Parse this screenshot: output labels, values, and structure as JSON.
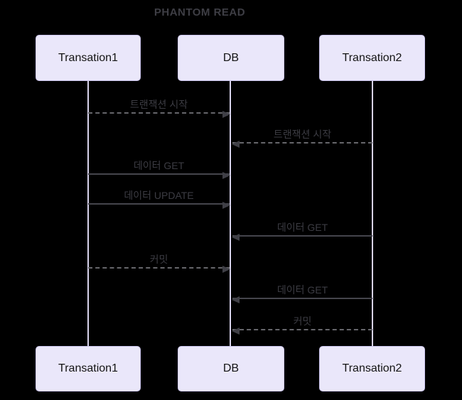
{
  "diagram_type": "sequence-diagram",
  "title": "PHANTOM READ",
  "actors": [
    {
      "name": "Transation1"
    },
    {
      "name": "DB"
    },
    {
      "name": "Transation2"
    }
  ],
  "messages": [
    {
      "label": "트랜잭션 시작",
      "from": "Transation1",
      "to": "DB",
      "line": "dashed",
      "direction": "right"
    },
    {
      "label": "트랜잭션 시작",
      "from": "Transation2",
      "to": "DB",
      "line": "dashed",
      "direction": "left"
    },
    {
      "label": "데이터 GET",
      "from": "Transation1",
      "to": "DB",
      "line": "solid",
      "direction": "right"
    },
    {
      "label": "데이터 UPDATE",
      "from": "Transation1",
      "to": "DB",
      "line": "solid",
      "direction": "right"
    },
    {
      "label": "데이터 GET",
      "from": "Transation2",
      "to": "DB",
      "line": "solid",
      "direction": "left"
    },
    {
      "label": "커밋",
      "from": "Transation1",
      "to": "DB",
      "line": "dashed",
      "direction": "right"
    },
    {
      "label": "데이터 GET",
      "from": "Transation2",
      "to": "DB",
      "line": "solid",
      "direction": "left"
    },
    {
      "label": "커밋",
      "from": "Transation2",
      "to": "DB",
      "line": "dashed",
      "direction": "left"
    }
  ],
  "colors": {
    "background": "#000000",
    "actor_fill": "#EAE7FA",
    "actor_border": "#CBC5EE",
    "actor_text": "#141414",
    "lifeline": "#D8D3EC",
    "solid_line": "#45454C",
    "dashed_line": "#66666B",
    "arrowhead": "#3F3F46",
    "message_text": "#3C3C43",
    "title_text": "#3E3E45"
  }
}
